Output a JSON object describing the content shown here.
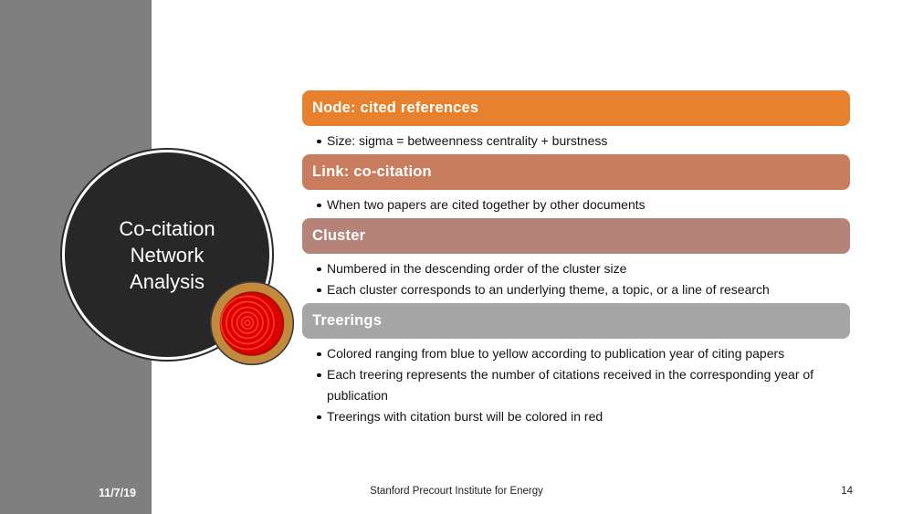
{
  "slide": {
    "date": "11/7/19",
    "footer_text": "Stanford Precourt Institute for Energy",
    "page_number": "14"
  },
  "title_circle": {
    "lines": [
      "Co-citation",
      "Network",
      "Analysis"
    ]
  },
  "colors": {
    "sidebar_gray": "#7F7F7F",
    "circle_dark": "#272727",
    "node_header": "#E8812D",
    "link_header": "#C97C5E",
    "cluster_header": "#B58377",
    "treerings_header": "#A6A6A6",
    "treering_tan": "#C28A3D",
    "treering_red": "#DD0100"
  },
  "sections": [
    {
      "title": "Node: cited references",
      "color": "#E8812D",
      "bullets": [
        "Size: sigma = betweenness centrality + burstness"
      ]
    },
    {
      "title": "Link: co-citation",
      "color": "#C97C5E",
      "bullets": [
        "When two papers are cited together by other documents"
      ]
    },
    {
      "title": "Cluster",
      "color": "#B58377",
      "bullets": [
        "Numbered in the descending order of the cluster size",
        "Each cluster corresponds to an underlying theme, a topic, or a line of research"
      ]
    },
    {
      "title": "Treerings",
      "color": "#A6A6A6",
      "bullets": [
        "Colored ranging from blue to yellow according to publication year of citing papers",
        "Each treering represents the number of citations received in the corresponding year of publication",
        "Treerings with citation burst will be colored in red"
      ]
    }
  ]
}
